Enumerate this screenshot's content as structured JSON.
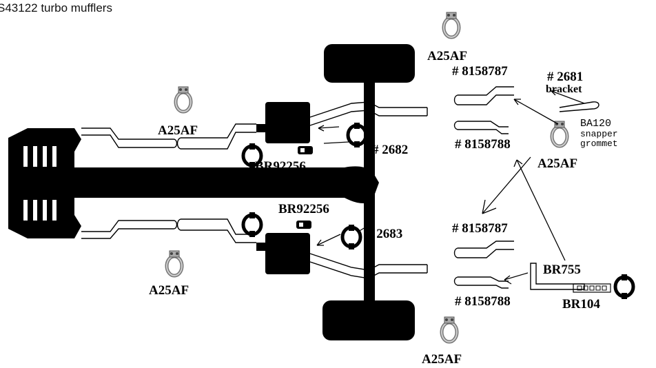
{
  "title": "S43122 turbo mufflers",
  "labels": {
    "a25af_top": "A25AF",
    "a25af_left_upper": "A25AF",
    "a25af_right": "A25AF",
    "a25af_left_lower": "A25AF",
    "a25af_bottom": "A25AF",
    "part_8158787_upper": "# 8158787",
    "part_8158788_upper": "# 8158788",
    "part_8158787_lower": "# 8158787",
    "part_8158788_lower": "# 8158788",
    "part_2681": "# 2681",
    "part_2681_desc": "bracket",
    "ba120": "BA120",
    "ba120_desc1": "snapper",
    "ba120_desc2": "grommet",
    "part_2682": "# 2682",
    "part_2683": "# 2683",
    "br92256_upper": "BR92256",
    "br92256_lower": "BR92256",
    "br755": "BR755",
    "br104": "BR104"
  }
}
